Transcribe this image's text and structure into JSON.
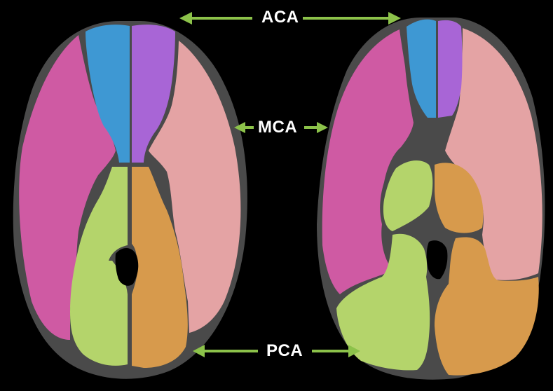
{
  "labels": {
    "aca": "ACA",
    "mca": "MCA",
    "pca": "PCA"
  },
  "colors": {
    "background": "#000000",
    "outline_gray": "#4a4a4a",
    "aca_left": "#3e98d3",
    "aca_right": "#a865d6",
    "mca_left": "#cf5aa3",
    "mca_right": "#e4a3a4",
    "pca_left": "#b4d46b",
    "pca_right": "#d79a4c",
    "arrow": "#8cc24a",
    "label_text": "#ffffff"
  }
}
